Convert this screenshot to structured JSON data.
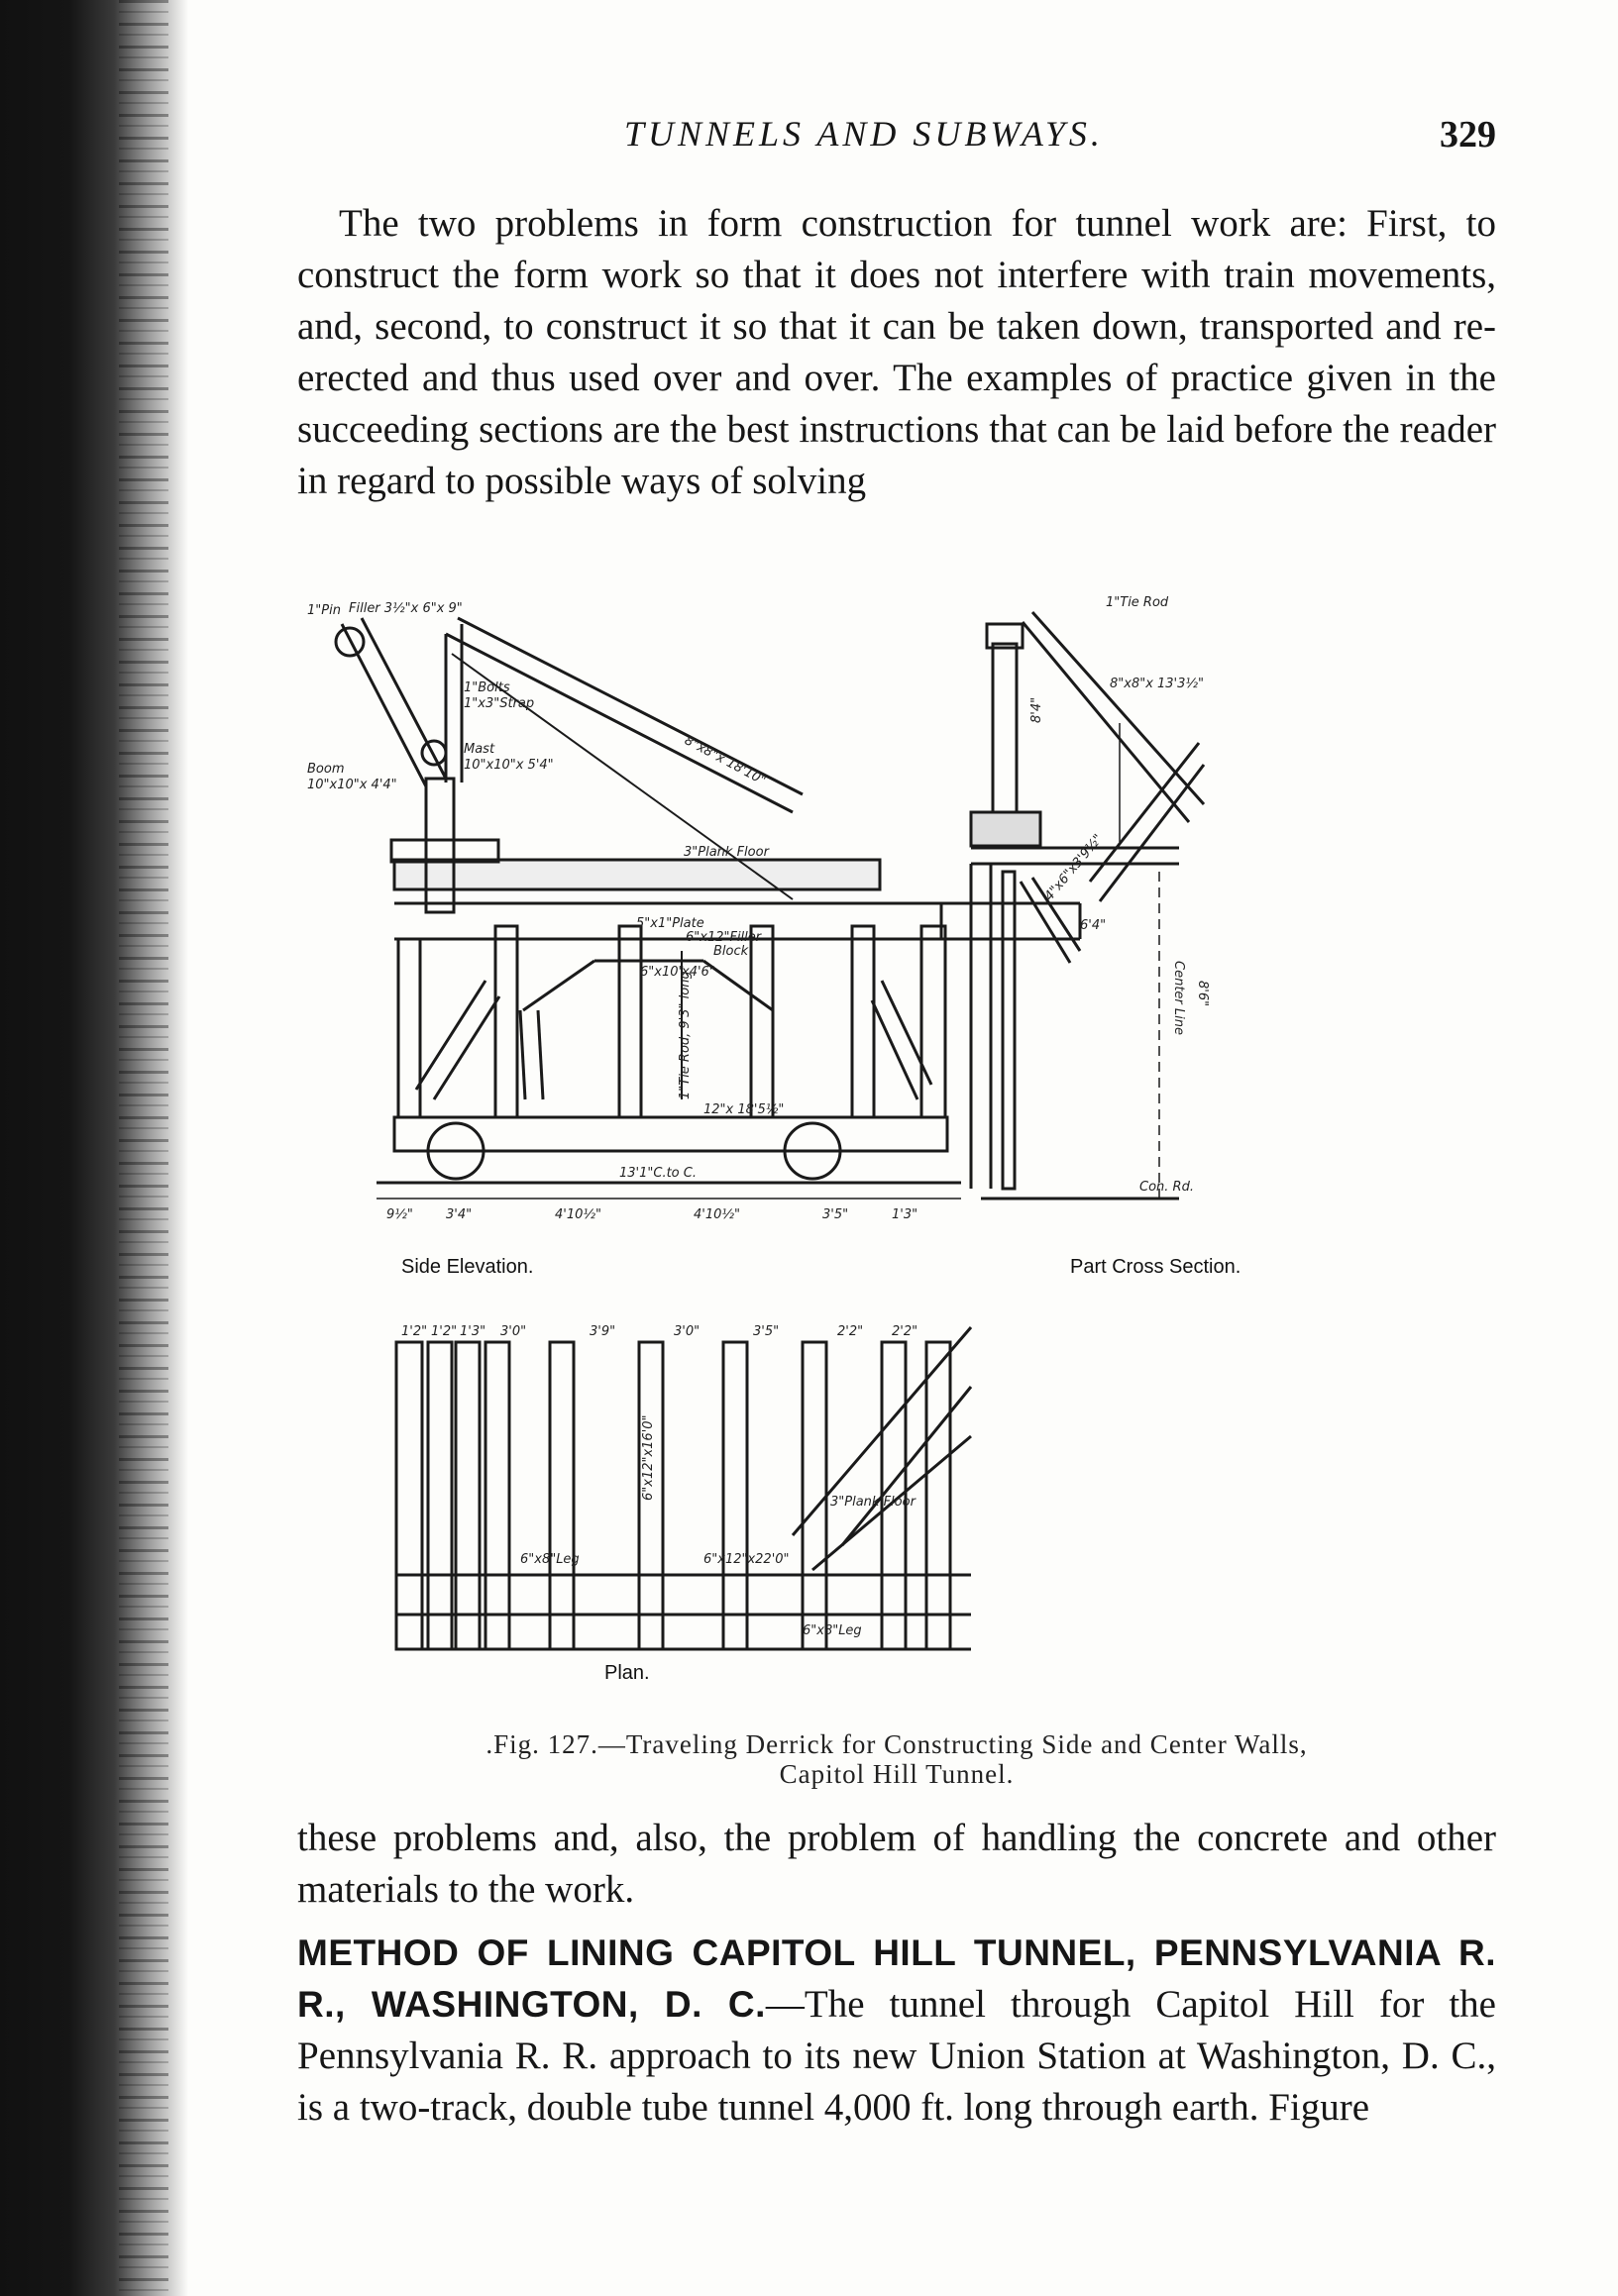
{
  "running_head": {
    "title": "TUNNELS AND SUBWAYS.",
    "page_number": "329"
  },
  "paragraph_1": "The two problems in form construction for tunnel work are: First, to construct the form work so that it does not interfere with train movements, and, second, to construct it so that it can be taken down, transported and re-erected and thus used over and over. The examples of practice given in the succeeding sections are the best instructions that can be laid before the reader in regard to possible ways of solving",
  "figure": {
    "side_elevation": {
      "title": "Side Elevation.",
      "labels": [
        "1\"Pin",
        "Filler 3½\"x 6\"x 9\"",
        "1\"Bolts",
        "1\"x3\"Strap",
        "Mast",
        "10\"x10\"x 5'4\"",
        "Boom",
        "10\"x10\"x 4'4\"",
        "8\"x8\"x 18'10\"",
        "3\"Plank Floor",
        "5\"x1\"Plate",
        "6\"x12\"Filler Block",
        "6\"x10\"",
        "x4'6\"",
        "1\"Tie Rod, 9'3\" long",
        "12\"x 18'5½\"",
        "13'1\"C.to C.",
        "9½\"",
        "3'4\"",
        "4'10½\"",
        "4'10½\"",
        "3'5\"",
        "1'3\""
      ]
    },
    "cross_section": {
      "title": "Part Cross Section.",
      "labels": [
        "1\"Tie Rod",
        "8\"x8\"x 13'3½\"",
        "8'4\"",
        "4\"x6\"x3'9½\"",
        "6'4\"",
        "Center Line",
        "8'6\"",
        "Con. Rd."
      ]
    },
    "plan": {
      "title": "Plan.",
      "labels": [
        "1'2\"",
        "1'2\"",
        "1'3\"",
        "3'0\"",
        "3'9\"",
        "3'0\"",
        "3'5\"",
        "2'2\"",
        "2'2\"",
        "6\"x8\"Leg",
        "6\"x12\"x22'0\"",
        "6\"x8\"Leg",
        "3\"Plank Floor",
        "6\"x12\"x16'0\""
      ]
    }
  },
  "caption": {
    "line_1": ".Fig. 127.—Traveling Derrick for Constructing Side and Center Walls,",
    "line_2": "Capitol Hill Tunnel."
  },
  "paragraph_2": "these problems and, also, the problem of handling the concrete and other materials to the work.",
  "section": {
    "heading": "METHOD OF LINING CAPITOL HILL TUNNEL, PENNSYLVANIA R. R., WASHINGTON, D. C.",
    "body": "—The tunnel through Capitol Hill for the Pennsylvania R. R. approach to its new Union Station at Washington, D. C., is a two-track, double tube tunnel 4,000 ft. long through earth. Figure"
  }
}
